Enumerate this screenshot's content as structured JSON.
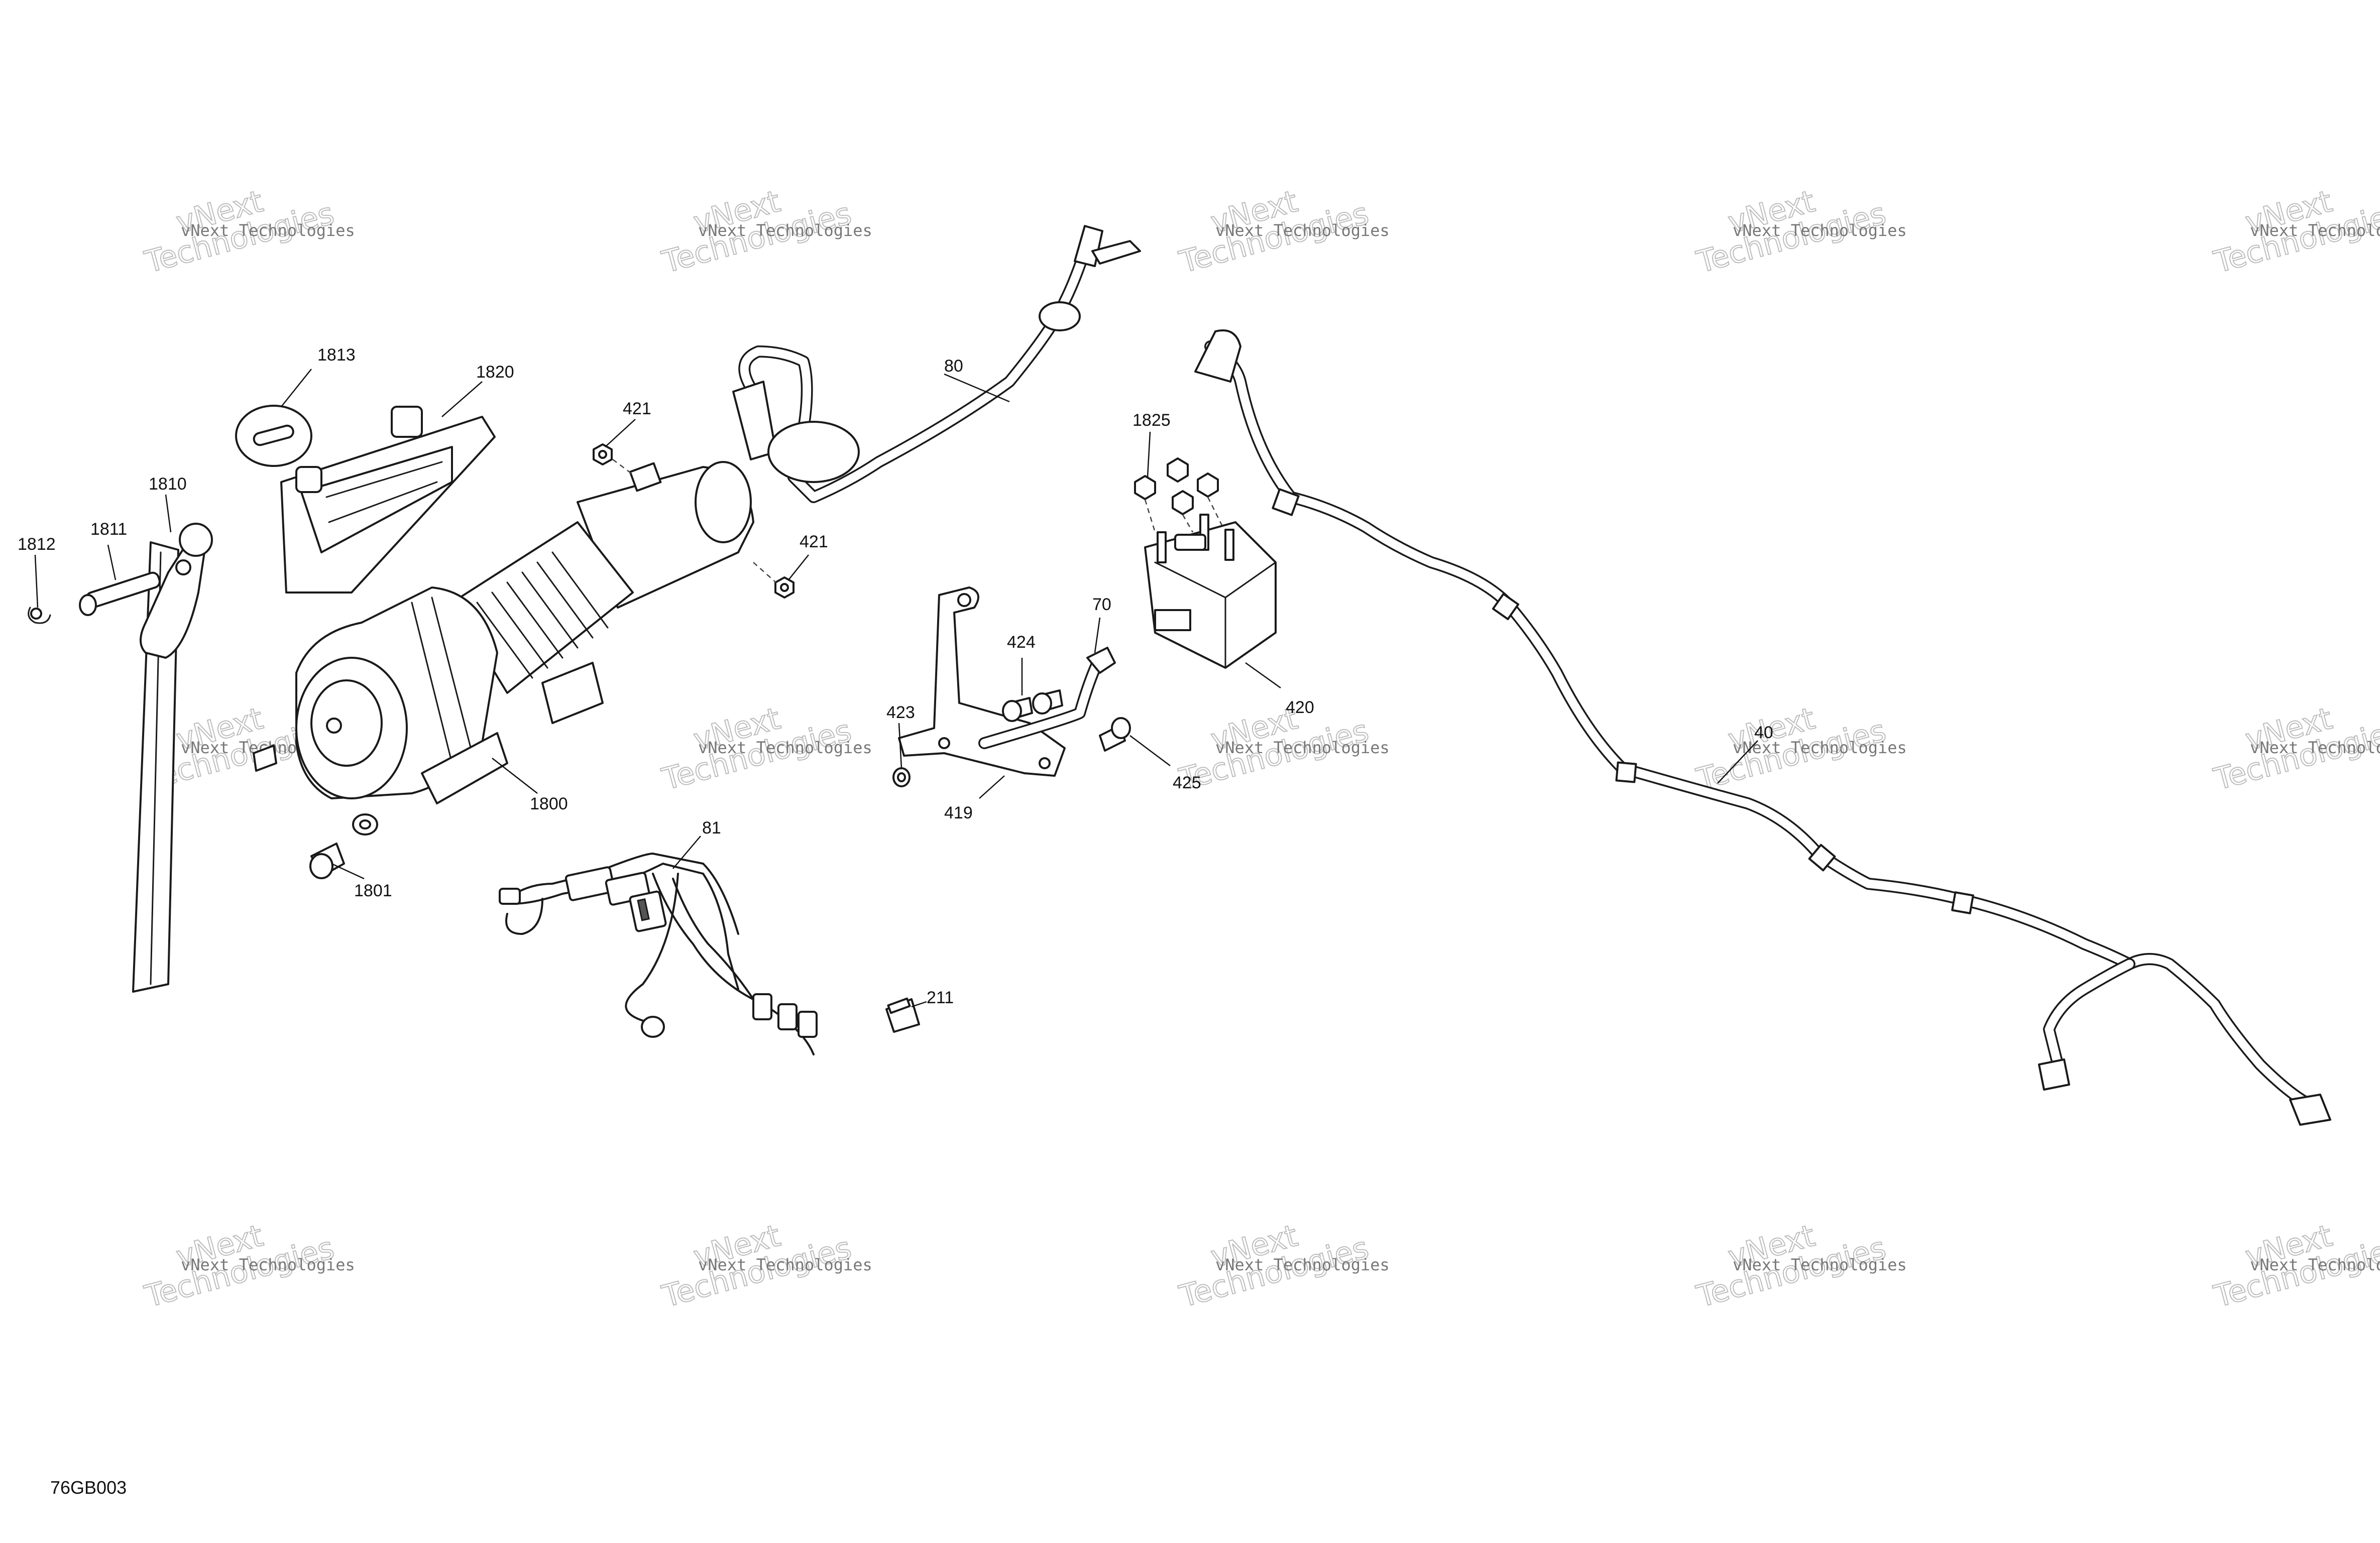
{
  "diagram_code": "76GB003",
  "watermark": {
    "small_text": "vNext Technologies",
    "big_line1": "vNext",
    "big_line2": "Technologies"
  },
  "callouts": [
    {
      "id": "1813",
      "label": "1813"
    },
    {
      "id": "1820",
      "label": "1820"
    },
    {
      "id": "1810",
      "label": "1810"
    },
    {
      "id": "1811",
      "label": "1811"
    },
    {
      "id": "1812",
      "label": "1812"
    },
    {
      "id": "421a",
      "label": "421"
    },
    {
      "id": "421b",
      "label": "421"
    },
    {
      "id": "1800",
      "label": "1800"
    },
    {
      "id": "1801",
      "label": "1801"
    },
    {
      "id": "80",
      "label": "80"
    },
    {
      "id": "81",
      "label": "81"
    },
    {
      "id": "1825",
      "label": "1825"
    },
    {
      "id": "70",
      "label": "70"
    },
    {
      "id": "424",
      "label": "424"
    },
    {
      "id": "423",
      "label": "423"
    },
    {
      "id": "419",
      "label": "419"
    },
    {
      "id": "425",
      "label": "425"
    },
    {
      "id": "420",
      "label": "420"
    },
    {
      "id": "40",
      "label": "40"
    },
    {
      "id": "211",
      "label": "211"
    }
  ]
}
